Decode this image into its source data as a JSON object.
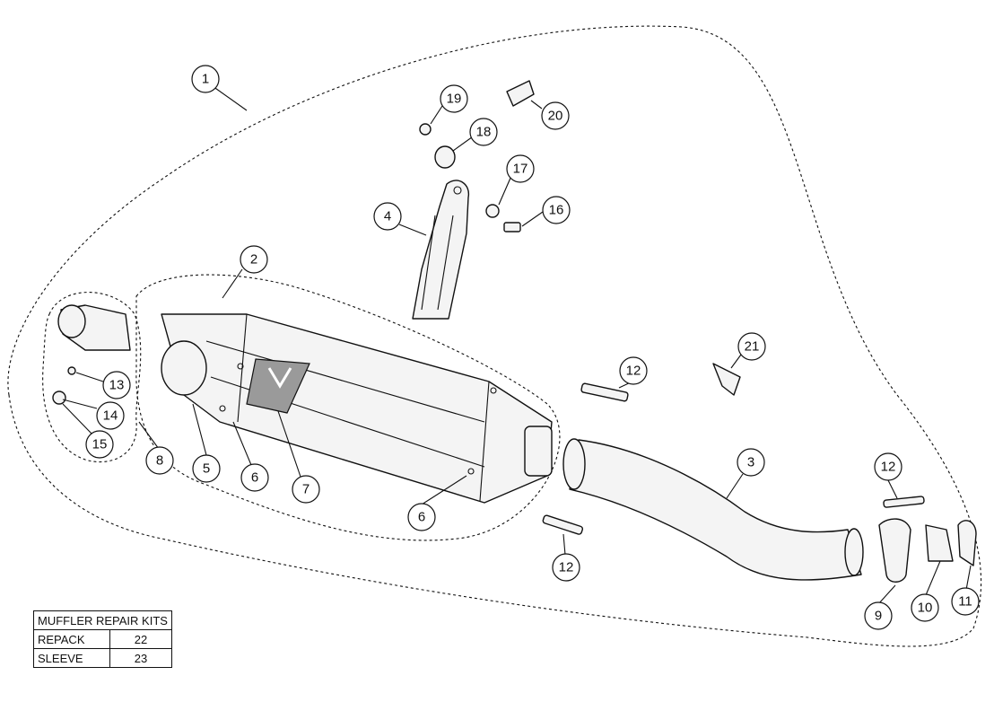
{
  "repair_kits": {
    "title": "MUFFLER REPAIR KITS",
    "rows": [
      {
        "name": "REPACK",
        "number": "22"
      },
      {
        "name": "SLEEVE",
        "number": "23"
      }
    ]
  },
  "callouts": [
    {
      "id": "1",
      "part": "complete-system"
    },
    {
      "id": "2",
      "part": "muffler-assembly"
    },
    {
      "id": "3",
      "part": "link-pipe"
    },
    {
      "id": "4",
      "part": "muffler-bracket"
    },
    {
      "id": "5",
      "part": "end-cap"
    },
    {
      "id": "6",
      "part": "rivet"
    },
    {
      "id": "6",
      "part": "rivet"
    },
    {
      "id": "7",
      "part": "logo-badge"
    },
    {
      "id": "8",
      "part": "end-cap-kit"
    },
    {
      "id": "9",
      "part": "clamp"
    },
    {
      "id": "10",
      "part": "bracket-clamp"
    },
    {
      "id": "11",
      "part": "bracket-clamp"
    },
    {
      "id": "12",
      "part": "spring"
    },
    {
      "id": "12",
      "part": "spring"
    },
    {
      "id": "12",
      "part": "spring"
    },
    {
      "id": "13",
      "part": "nut"
    },
    {
      "id": "14",
      "part": "washer"
    },
    {
      "id": "15",
      "part": "washer"
    },
    {
      "id": "16",
      "part": "bolt"
    },
    {
      "id": "17",
      "part": "washer"
    },
    {
      "id": "18",
      "part": "rubber-bushing"
    },
    {
      "id": "19",
      "part": "nut"
    },
    {
      "id": "20",
      "part": "spacer-bolt"
    },
    {
      "id": "21",
      "part": "sticker"
    }
  ]
}
